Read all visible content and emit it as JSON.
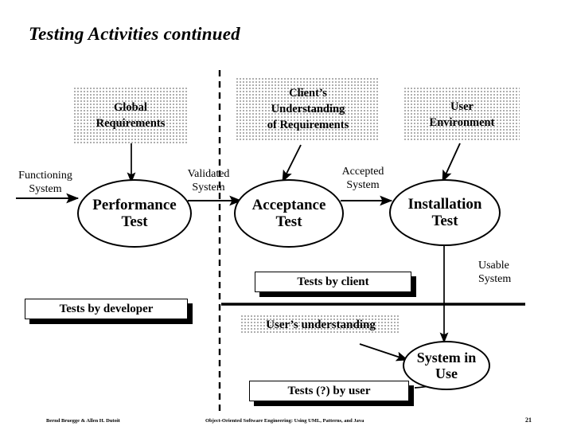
{
  "slide": {
    "title": "Testing Activities continued",
    "page_number": "21",
    "footer_left": "Bernd Bruegge & Allen H. Dutoit",
    "footer_center": "Object-Oriented Software Engineering: Using UML, Patterns, and Java"
  },
  "inputs": [
    {
      "id": "global-requirements",
      "lines": [
        "Global",
        "Requirements"
      ]
    },
    {
      "id": "clients-understanding",
      "lines": [
        "Client’s",
        "Understanding",
        "of Requirements"
      ]
    },
    {
      "id": "user-environment",
      "lines": [
        "User",
        "Environment"
      ]
    }
  ],
  "activities": [
    {
      "id": "performance-test",
      "line1": "Performance",
      "line2": "Test"
    },
    {
      "id": "acceptance-test",
      "line1": "Acceptance",
      "line2": "Test"
    },
    {
      "id": "installation-test",
      "line1": "Installation",
      "line2": "Test"
    },
    {
      "id": "system-in-use",
      "line1": "System in",
      "line2": "Use"
    }
  ],
  "flow_labels": [
    {
      "id": "functioning-system",
      "line1": "Functioning",
      "line2": "System"
    },
    {
      "id": "validated-system",
      "line1": "Validated",
      "line2": "System"
    },
    {
      "id": "accepted-system",
      "line1": "Accepted",
      "line2": "System"
    },
    {
      "id": "usable-system",
      "line1": "Usable",
      "line2": "System"
    }
  ],
  "callouts": [
    {
      "id": "tests-by-developer",
      "label": "Tests by developer"
    },
    {
      "id": "tests-by-client",
      "label": "Tests by client"
    },
    {
      "id": "tests-by-user",
      "label": "Tests (?)  by user"
    }
  ],
  "band_label": {
    "id": "users-understanding",
    "label": "User’s understanding"
  },
  "colors": {
    "ink": "#000000",
    "paper": "#ffffff",
    "stipple_dot": "#9a9a9a"
  }
}
